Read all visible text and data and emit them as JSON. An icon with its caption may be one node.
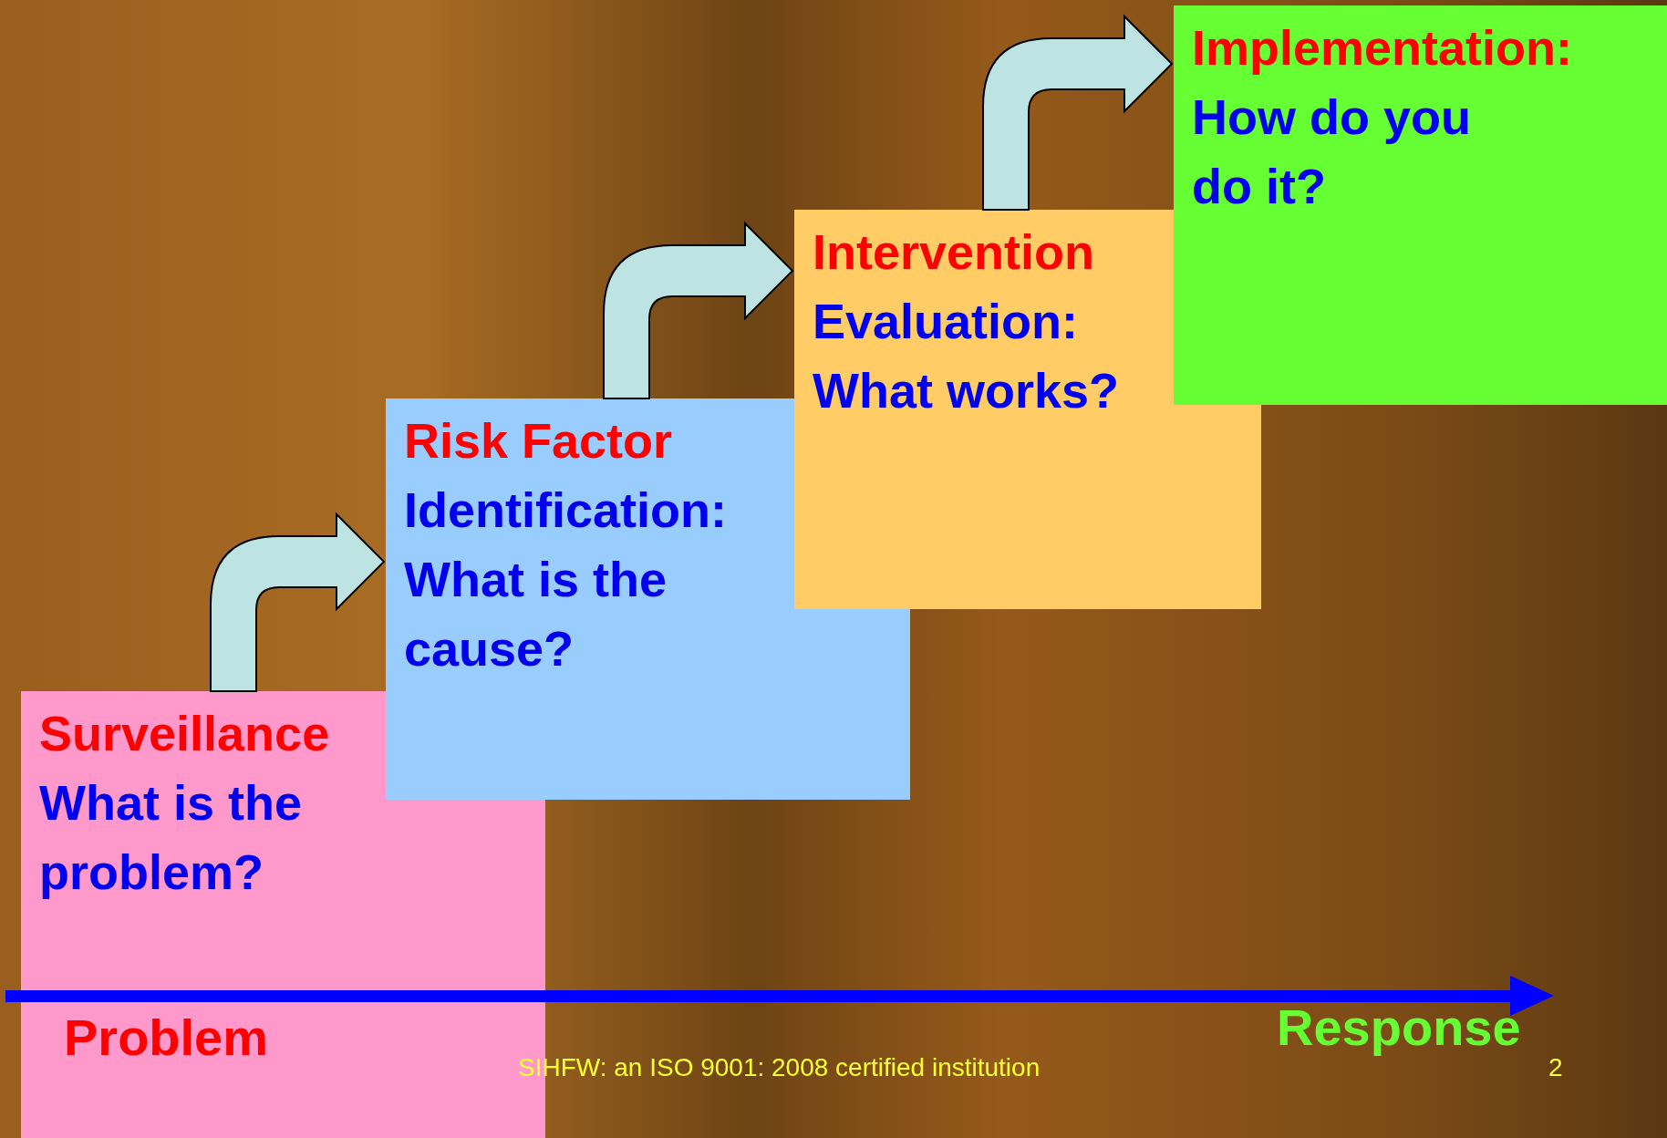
{
  "diagram": {
    "nodes": [
      {
        "text": [
          "Surveillance",
          "What is the problem?"
        ]
      },
      {
        "text": [
          "Risk Factor",
          "Identification: What is the cause?"
        ]
      },
      {
        "text": [
          "Intervention",
          "Evaluation: What works?"
        ]
      },
      {
        "text": [
          "Implementation:",
          "How do you do it?"
        ]
      }
    ],
    "edges": [
      {
        "from": 0,
        "to": 1,
        "arrow": "to"
      },
      {
        "from": 1,
        "to": 2,
        "arrow": "to"
      },
      {
        "from": 2,
        "to": 3,
        "arrow": "to"
      }
    ],
    "labels": [
      "Problem",
      "Response",
      "SIHFW: an ISO 9001: 2008 certified institution",
      "2"
    ]
  }
}
